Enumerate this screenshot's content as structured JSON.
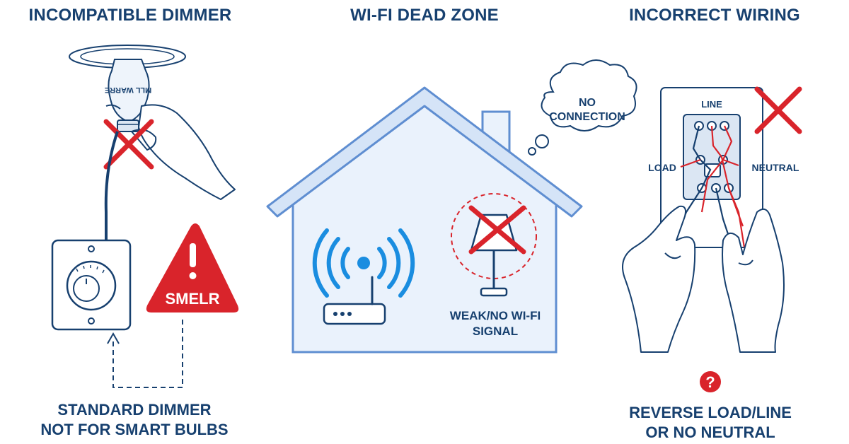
{
  "panels": {
    "dimmer": {
      "title": "INCOMPATIBLE DIMMER",
      "bulb_label": "MLL WARRE",
      "warning_label": "SMELR",
      "caption_line1": "STANDARD DIMMER",
      "caption_line2": "NOT FOR SMART BULBS"
    },
    "wifi": {
      "title": "WI-FI DEAD ZONE",
      "bubble_line1": "NO",
      "bubble_line2": "CONNECTION",
      "lamp_label_line1": "WEAK/NO WI-FI",
      "lamp_label_line2": "SIGNAL"
    },
    "wiring": {
      "title": "INCORRECT WIRING",
      "line_label": "LINE",
      "load_label": "LOAD",
      "neutral_label": "NEUTRAL",
      "question_mark": "?",
      "caption_line1": "REVERSE LOAD/LINE",
      "caption_line2": "OR NO NEUTRAL"
    }
  },
  "colors": {
    "navy": "#17406f",
    "red": "#d9242b",
    "blue": "#1a8de0",
    "house_fill": "#eaf2fc",
    "house_stroke": "#5f8ed1"
  }
}
